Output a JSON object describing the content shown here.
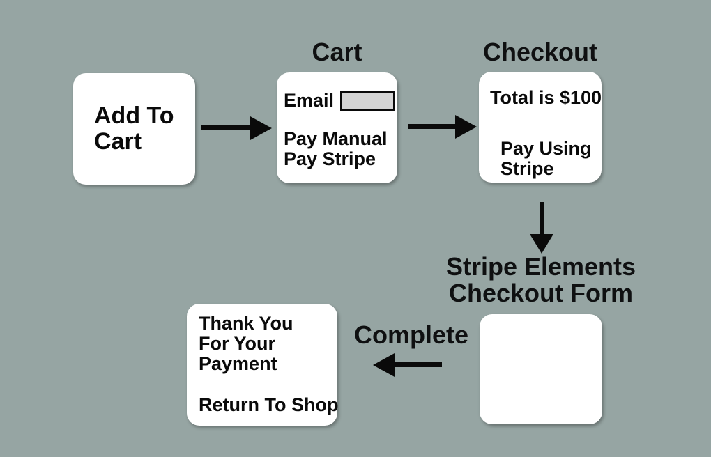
{
  "diagram": {
    "colors": {
      "background": "#96a5a3",
      "node": "#ffffff",
      "ink": "#0a0a0a",
      "input_fill": "#d4d4d4"
    },
    "add_to_cart": {
      "line1": "Add To",
      "line2": "Cart"
    },
    "cart": {
      "title": "Cart",
      "email_label": "Email",
      "email_value": "",
      "pay_manual": "Pay Manual",
      "pay_stripe": "Pay Stripe"
    },
    "checkout": {
      "title": "Checkout",
      "total": "Total is $100",
      "pay_line1": "Pay Using",
      "pay_line2": "Stripe"
    },
    "stripe_form": {
      "title_line1": "Stripe Elements",
      "title_line2": "Checkout Form"
    },
    "complete_label": "Complete",
    "thank_you": {
      "line1": "Thank You",
      "line2": "For Your",
      "line3": "Payment",
      "return_label": "Return To Shop"
    }
  }
}
